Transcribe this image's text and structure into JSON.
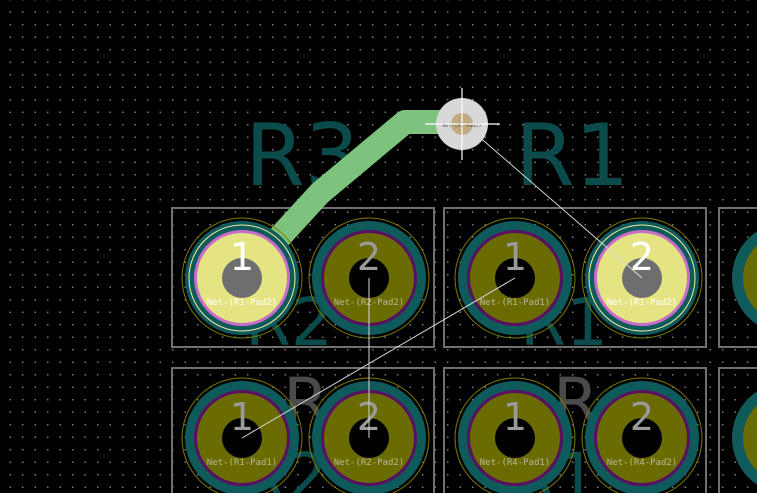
{
  "view": {
    "title": "PCB Editor - routing view"
  },
  "colors": {
    "background": "#000000",
    "grid": "#7c7c7c",
    "track": "#7dc27d",
    "silk_ref_large": "#0b4b4b",
    "fab_ref": "#4a4a4a",
    "pad_copper": "#6a6b00",
    "pad_selected": "#e4e582",
    "pad_hole": "#6e6e6e",
    "courtyard": "#707070",
    "ratsnest": "#d7d7d7",
    "via": "#d8d8d8"
  },
  "labels": {
    "r3": "R3",
    "r1": "R1",
    "r2_fab": "R2",
    "r1_fab": "R1",
    "r_fab_left": "R",
    "r_fab_right": "R"
  },
  "pads": [
    {
      "num": "1",
      "net": "Net-(R1-Pad2)"
    },
    {
      "num": "2",
      "net": "Net-(R2-Pad2)"
    },
    {
      "num": "1",
      "net": "Net-(R1-Pad1)"
    },
    {
      "num": "2",
      "net": "Net-(R1-Pad2)"
    },
    {
      "num": "1",
      "net": "Net-(R1-Pad1)"
    },
    {
      "num": "2",
      "net": "Net-(R2-Pad2)"
    },
    {
      "num": "1",
      "net": "Net-(R4-Pad1)"
    },
    {
      "num": "2",
      "net": "Net-(R4-Pad2)"
    }
  ],
  "via": {
    "net": "Net-(R1-Pad2)"
  }
}
